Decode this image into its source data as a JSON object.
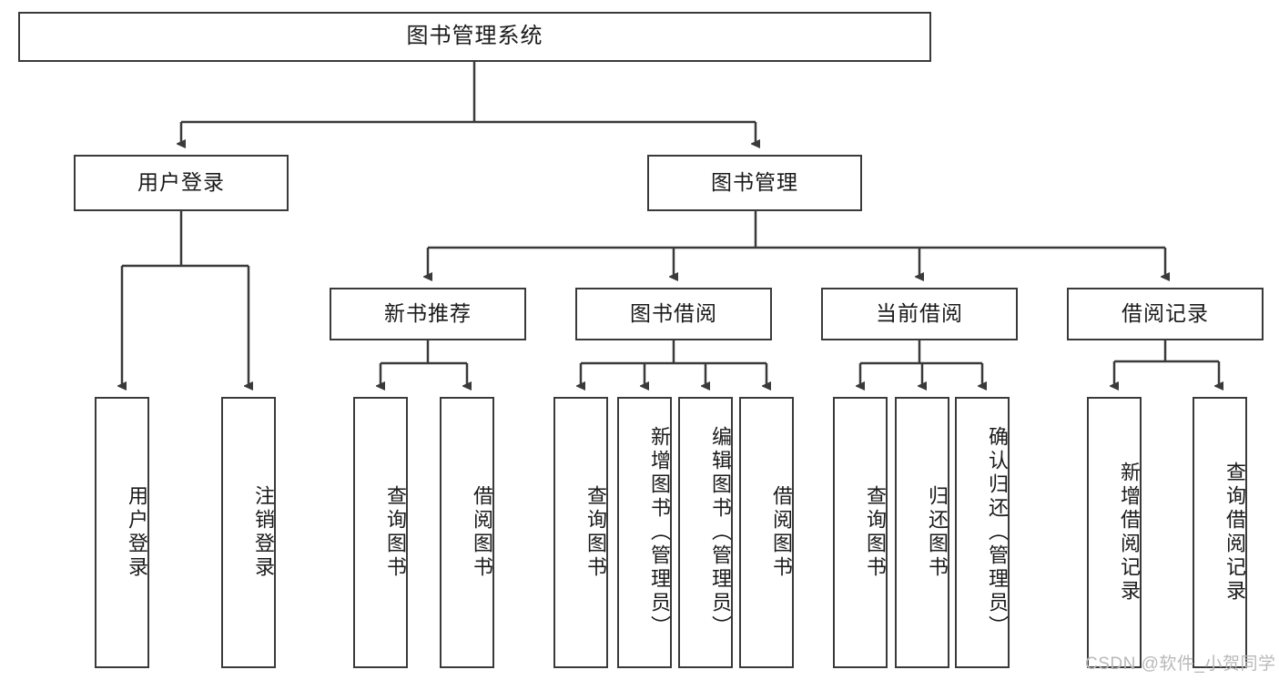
{
  "diagram": {
    "title": "图书管理系统",
    "type": "tree-hierarchy-diagram",
    "watermark": "CSDN @软件_小贺同学",
    "colors": {
      "background": "#ffffff",
      "box_border": "#3a3a3a",
      "box_fill": "#ffffff",
      "text": "#1a1a1a",
      "edge": "#3a3a3a",
      "watermark": "#b9b9b9"
    },
    "nodes": {
      "root": {
        "label": "图书管理系统"
      },
      "level2": [
        {
          "id": "user-login",
          "label": "用户登录"
        },
        {
          "id": "book-management",
          "label": "图书管理"
        }
      ],
      "level3": [
        {
          "id": "new-book-recommend",
          "label": "新书推荐"
        },
        {
          "id": "book-borrow",
          "label": "图书借阅"
        },
        {
          "id": "current-borrow",
          "label": "当前借阅"
        },
        {
          "id": "borrow-record",
          "label": "借阅记录"
        }
      ],
      "leaves": {
        "user-login": [
          {
            "id": "leaf-user-login",
            "label": "用户登录"
          },
          {
            "id": "leaf-logout-login",
            "label": "注销登录"
          }
        ],
        "new-book-recommend": [
          {
            "id": "leaf-query-book-1",
            "label": "查询图书"
          },
          {
            "id": "leaf-borrow-book-1",
            "label": "借阅图书"
          }
        ],
        "book-borrow": [
          {
            "id": "leaf-query-book-2",
            "label": "查询图书"
          },
          {
            "id": "leaf-add-book",
            "label": "新增图书（管理员）"
          },
          {
            "id": "leaf-edit-book",
            "label": "编辑图书（管理员）"
          },
          {
            "id": "leaf-borrow-book-2",
            "label": "借阅图书"
          }
        ],
        "current-borrow": [
          {
            "id": "leaf-query-book-3",
            "label": "查询图书"
          },
          {
            "id": "leaf-return-book",
            "label": "归还图书"
          },
          {
            "id": "leaf-confirm-return",
            "label": "确认归还（管理员）"
          }
        ],
        "borrow-record": [
          {
            "id": "leaf-add-record",
            "label": "新增借阅记录"
          },
          {
            "id": "leaf-query-record",
            "label": "查询借阅记录"
          }
        ]
      }
    }
  }
}
